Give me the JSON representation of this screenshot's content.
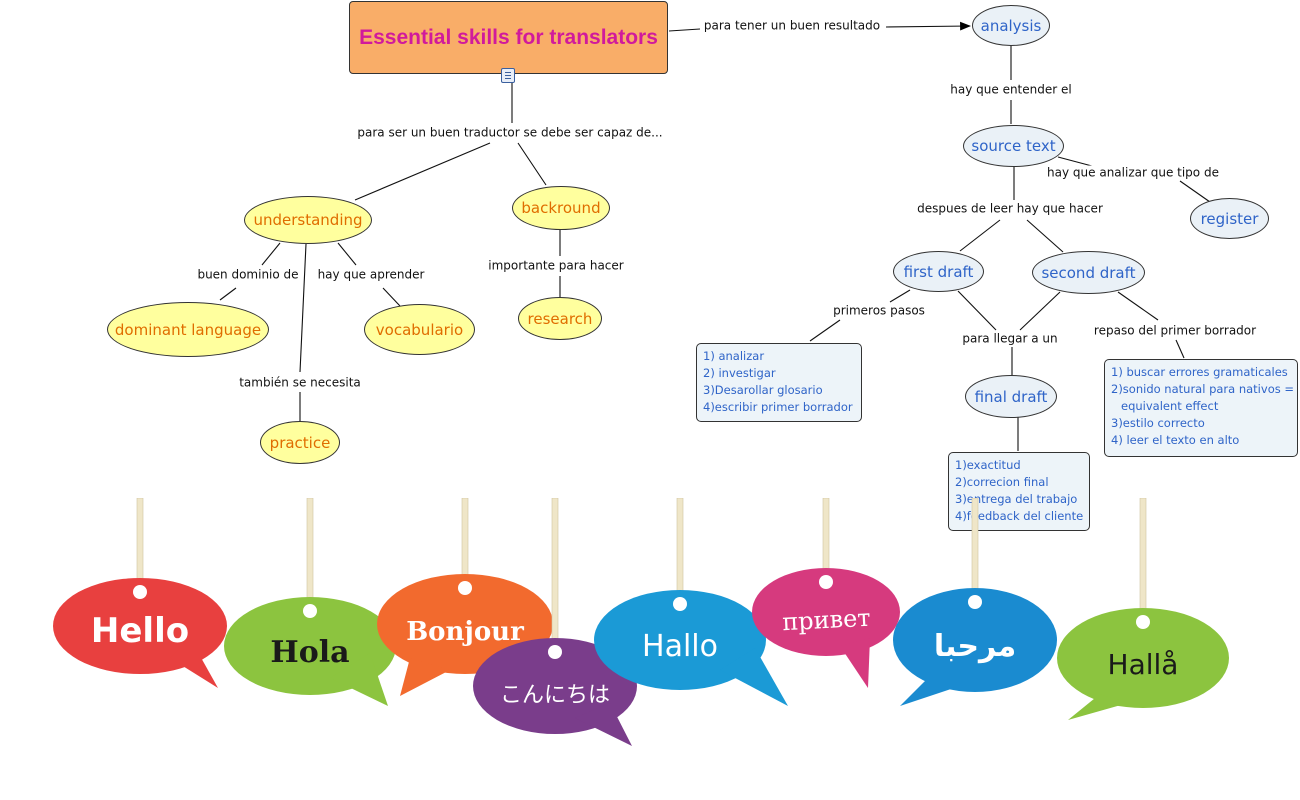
{
  "title": "Essential skills for translators",
  "nodes": {
    "analysis": "analysis",
    "source_text": "source text",
    "register": "register",
    "first_draft": "first draft",
    "second_draft": "second draft",
    "final_draft": "final draft",
    "understanding": "understanding",
    "backround": "backround",
    "dominant_language": "dominant language",
    "vocabulario": "vocabulario",
    "research": "research",
    "practice": "practice"
  },
  "links": {
    "para_tener": "para tener un buen resultado",
    "hay_que_entender": "hay que entender el",
    "hay_que_analizar": "hay que analizar que tipo de",
    "despues_de_leer": "despues de leer hay que hacer",
    "primeros_pasos": "primeros pasos",
    "para_llegar": "para llegar a un",
    "repaso": "repaso del primer borrador",
    "para_ser": "para ser un buen traductor se debe ser capaz de...",
    "buen_dominio": "buen dominio de",
    "hay_que_aprender": "hay que aprender",
    "importante": "importante para hacer",
    "tambien": "también se necesita"
  },
  "notes": {
    "first_draft_steps": [
      "1) analizar",
      "2) investigar",
      "3)Desarollar glosario",
      "4)escribir primer borrador"
    ],
    "final_draft_steps": [
      "1)exactitud",
      "2)correcion final",
      "3)entrega del trabajo",
      "4)feedback del cliente"
    ],
    "second_draft_steps": [
      "1) buscar errores gramaticales",
      "2)sonido natural para nativos =",
      "    equivalent effect",
      "3)estilo correcto",
      "4) leer el texto en alto"
    ]
  },
  "greetings": [
    "Hello",
    "Hola",
    "Bonjour",
    "こんにちは",
    "Hallo",
    "привет",
    "مرحبا",
    "Hallå"
  ],
  "greeting_colors": [
    "#e8403f",
    "#8cc43f",
    "#f26a2e",
    "#7a3d8b",
    "#1b9ad6",
    "#d63a7e",
    "#1a8bd0",
    "#8cc43f"
  ],
  "colors": {
    "title_bg": "#f9ad68",
    "title_text": "#d11a9c",
    "yellow_node": "#ffff9e",
    "yellow_text": "#e06d00",
    "blue_node": "#eaf1f7",
    "blue_text": "#2f64c8"
  },
  "icons": {
    "title_attachment": "document-icon"
  }
}
